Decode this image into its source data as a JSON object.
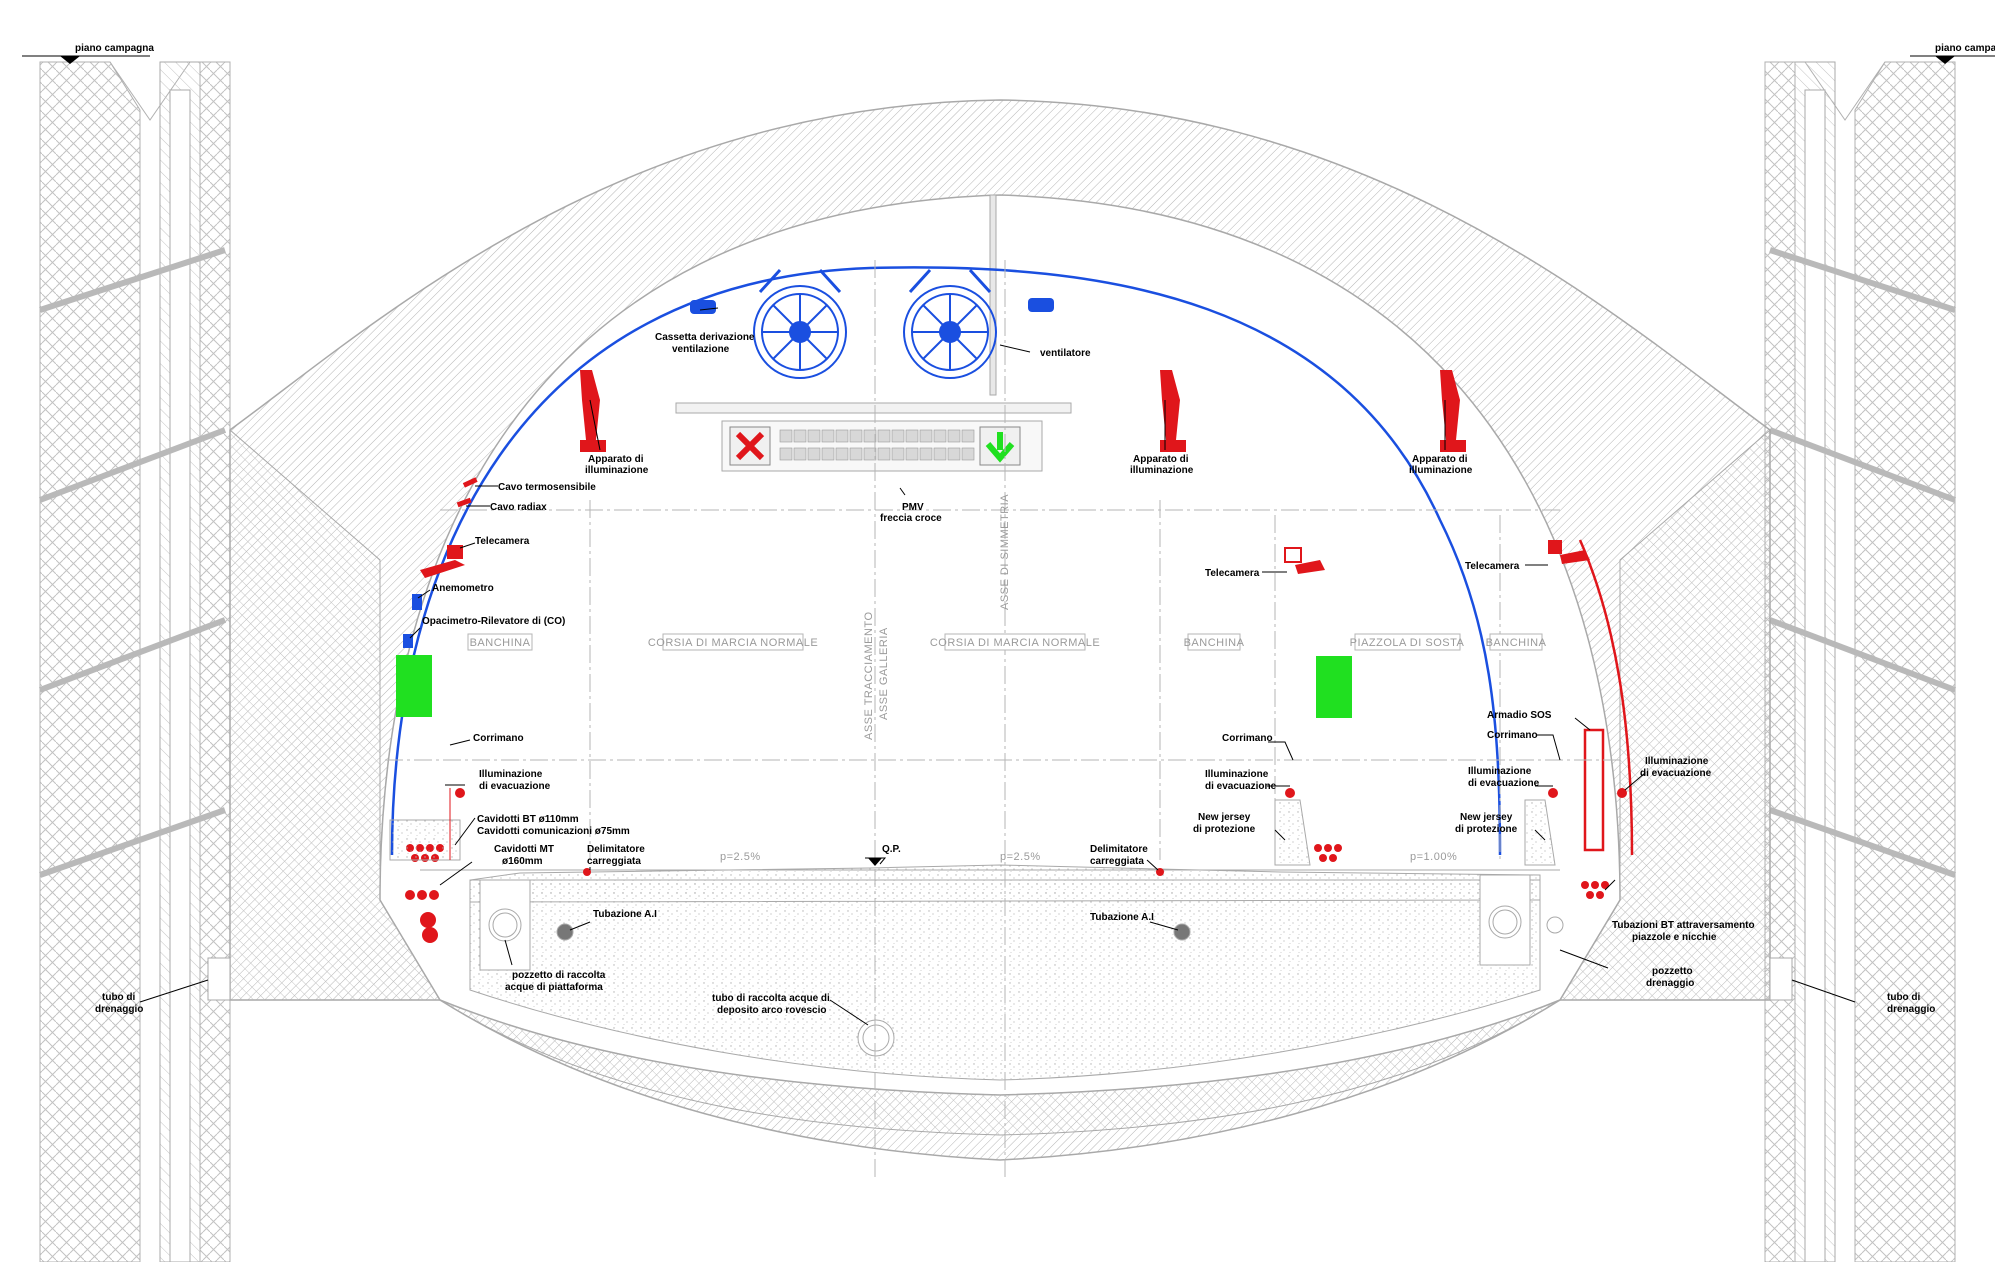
{
  "colors": {
    "background": "#ffffff",
    "structure": "#a9a9a9",
    "ventilation": "#1a4fe0",
    "safety": "#e0161b",
    "green_sign": "#20e020",
    "text": "#000000"
  },
  "labels": {
    "piano_left": "piano campagna",
    "piano_right": "piano campagna",
    "cassetta_1": "Cassetta derivazione",
    "cassetta_2": "ventilazione",
    "ventilatore": "ventilatore",
    "app1_1": "Apparato di",
    "app1_2": "illuminazione",
    "app2_1": "Apparato di",
    "app2_2": "illuminazione",
    "app3_1": "Apparato di",
    "app3_2": "illuminazione",
    "cavo_termo": "Cavo termosensibile",
    "cavo_radiax": "Cavo radiax",
    "pmv_1": "PMV",
    "pmv_2": "freccia croce",
    "telecamera_l": "Telecamera",
    "telecamera_m": "Telecamera",
    "telecamera_r": "Telecamera",
    "anemometro": "Anemometro",
    "opacimetro": "Opacimetro-Rilevatore di (CO)",
    "corrimano_l": "Corrimano",
    "corrimano_m": "Corrimano",
    "corrimano_r": "Corrimano",
    "illum_evac_l1": "Illuminazione",
    "illum_evac_l2": "di evacuazione",
    "illum_evac_m1": "Illuminazione",
    "illum_evac_m2": "di evacuazione",
    "illum_evac_r1": "Illuminazione",
    "illum_evac_r2": "di evacuazione",
    "illum_evac_far1": "Illuminazione",
    "illum_evac_far2": "di evacuazione",
    "armadio": "Armadio SOS",
    "newjersey_m1": "New jersey",
    "newjersey_m2": "di protezione",
    "newjersey_r1": "New jersey",
    "newjersey_r2": "di protezione",
    "cavidotti_bt1": "Cavidotti BT ø110mm",
    "cavidotti_bt2": "Cavidotti comunicazioni ø75mm",
    "cavidotti_mt1": "Cavidotti MT",
    "cavidotti_mt2": "ø160mm",
    "delim_l1": "Delimitatore",
    "delim_l2": "carreggiata",
    "delim_r1": "Delimitatore",
    "delim_r2": "carreggiata",
    "qp": "Q.P.",
    "tubazione_l": "Tubazione A.I",
    "tubazione_r": "Tubazione A.I",
    "pozzetto_l1": "pozzetto di raccolta",
    "pozzetto_l2": "acque di piattaforma",
    "tubo_racc1": "tubo di raccolta acque di",
    "tubo_racc2": "deposito arco rovescio",
    "tubazioni_bt1": "Tubazioni BT attraversamento",
    "tubazioni_bt2": "piazzole e nicchie",
    "pozzetto_r1": "pozzetto",
    "pozzetto_r2": "drenaggio",
    "drenaggio_l1": "tubo di",
    "drenaggio_l2": "drenaggio",
    "drenaggio_r1": "tubo di",
    "drenaggio_r2": "drenaggio",
    "slope_l": "p=2.5%",
    "slope_m": "p=2.5%",
    "slope_r": "p=1.00%"
  },
  "zones": {
    "banchina_l": "BANCHINA",
    "corsia_l": "CORSIA DI MARCIA NORMALE",
    "corsia_r": "CORSIA DI MARCIA NORMALE",
    "banchina_m": "BANCHINA",
    "piazzola": "PIAZZOLA DI SOSTA",
    "banchina_r": "BANCHINA",
    "asse_tracc_1": "ASSE TRACCIAMENTO",
    "asse_tracc_2": "ASSE GALLERIA",
    "asse_simm": "ASSE DI SIMMETRIA"
  }
}
